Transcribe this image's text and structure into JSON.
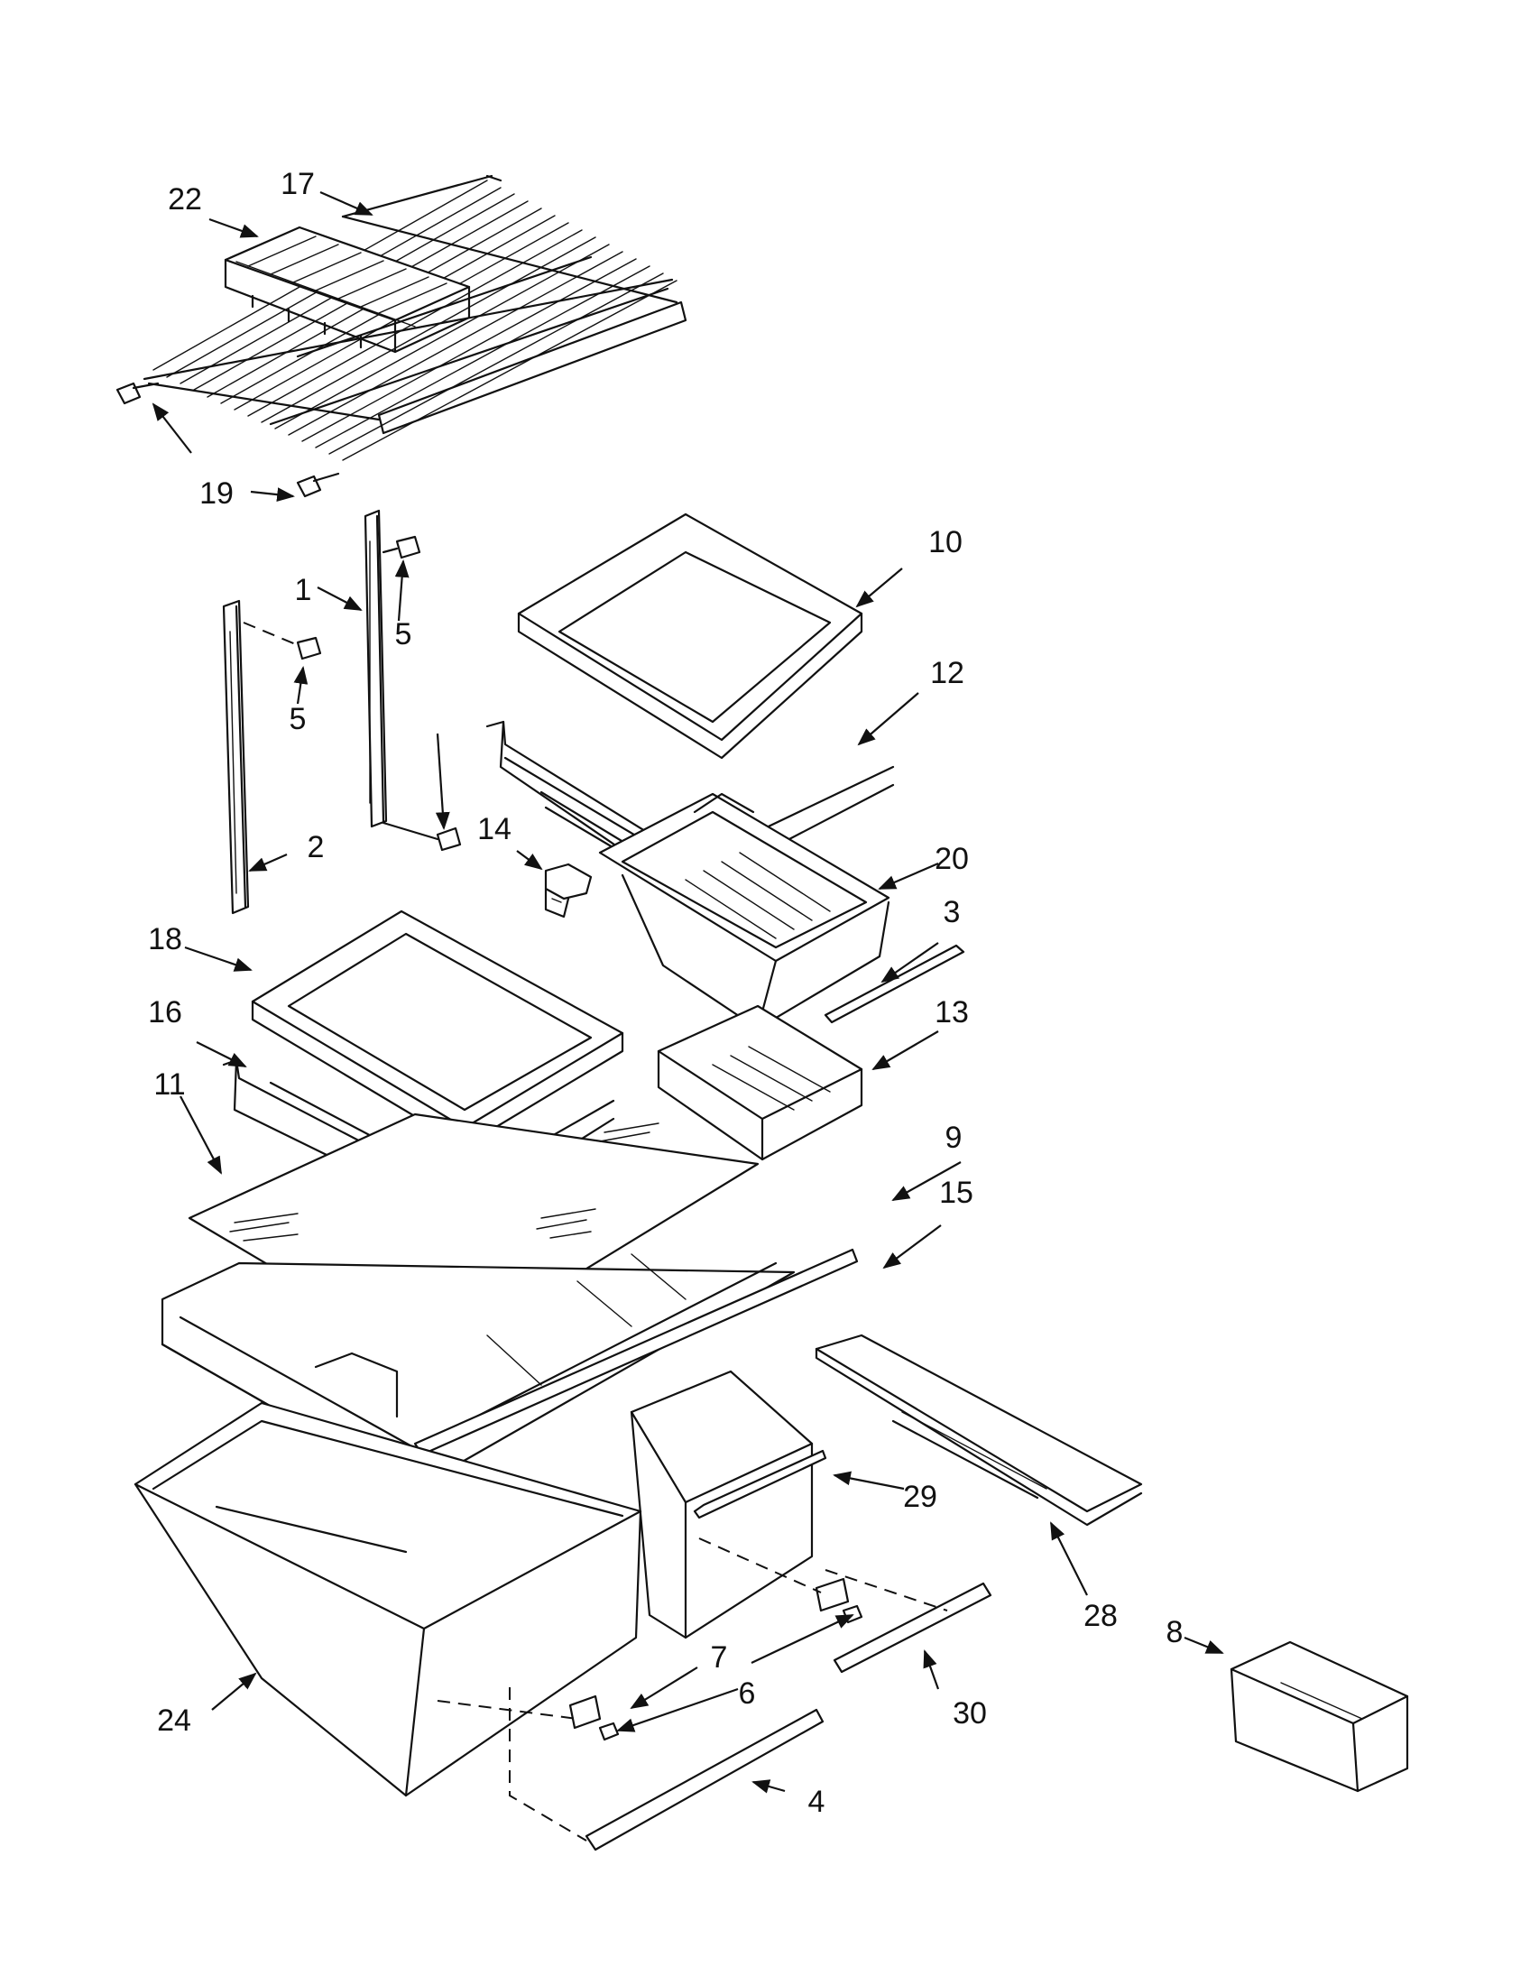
{
  "diagram": {
    "callouts": [
      {
        "id": "c22",
        "label": "22"
      },
      {
        "id": "c17",
        "label": "17"
      },
      {
        "id": "c19",
        "label": "19"
      },
      {
        "id": "c1",
        "label": "1"
      },
      {
        "id": "c5a",
        "label": "5"
      },
      {
        "id": "c5b",
        "label": "5"
      },
      {
        "id": "c2",
        "label": "2"
      },
      {
        "id": "c10",
        "label": "10"
      },
      {
        "id": "c12",
        "label": "12"
      },
      {
        "id": "c14",
        "label": "14"
      },
      {
        "id": "c20",
        "label": "20"
      },
      {
        "id": "c3",
        "label": "3"
      },
      {
        "id": "c18",
        "label": "18"
      },
      {
        "id": "c16",
        "label": "16"
      },
      {
        "id": "c13",
        "label": "13"
      },
      {
        "id": "c11",
        "label": "11"
      },
      {
        "id": "c9",
        "label": "9"
      },
      {
        "id": "c15",
        "label": "15"
      },
      {
        "id": "c29",
        "label": "29"
      },
      {
        "id": "c28",
        "label": "28"
      },
      {
        "id": "c8",
        "label": "8"
      },
      {
        "id": "c7",
        "label": "7"
      },
      {
        "id": "c6",
        "label": "6"
      },
      {
        "id": "c30",
        "label": "30"
      },
      {
        "id": "c24",
        "label": "24"
      },
      {
        "id": "c4",
        "label": "4"
      }
    ]
  }
}
